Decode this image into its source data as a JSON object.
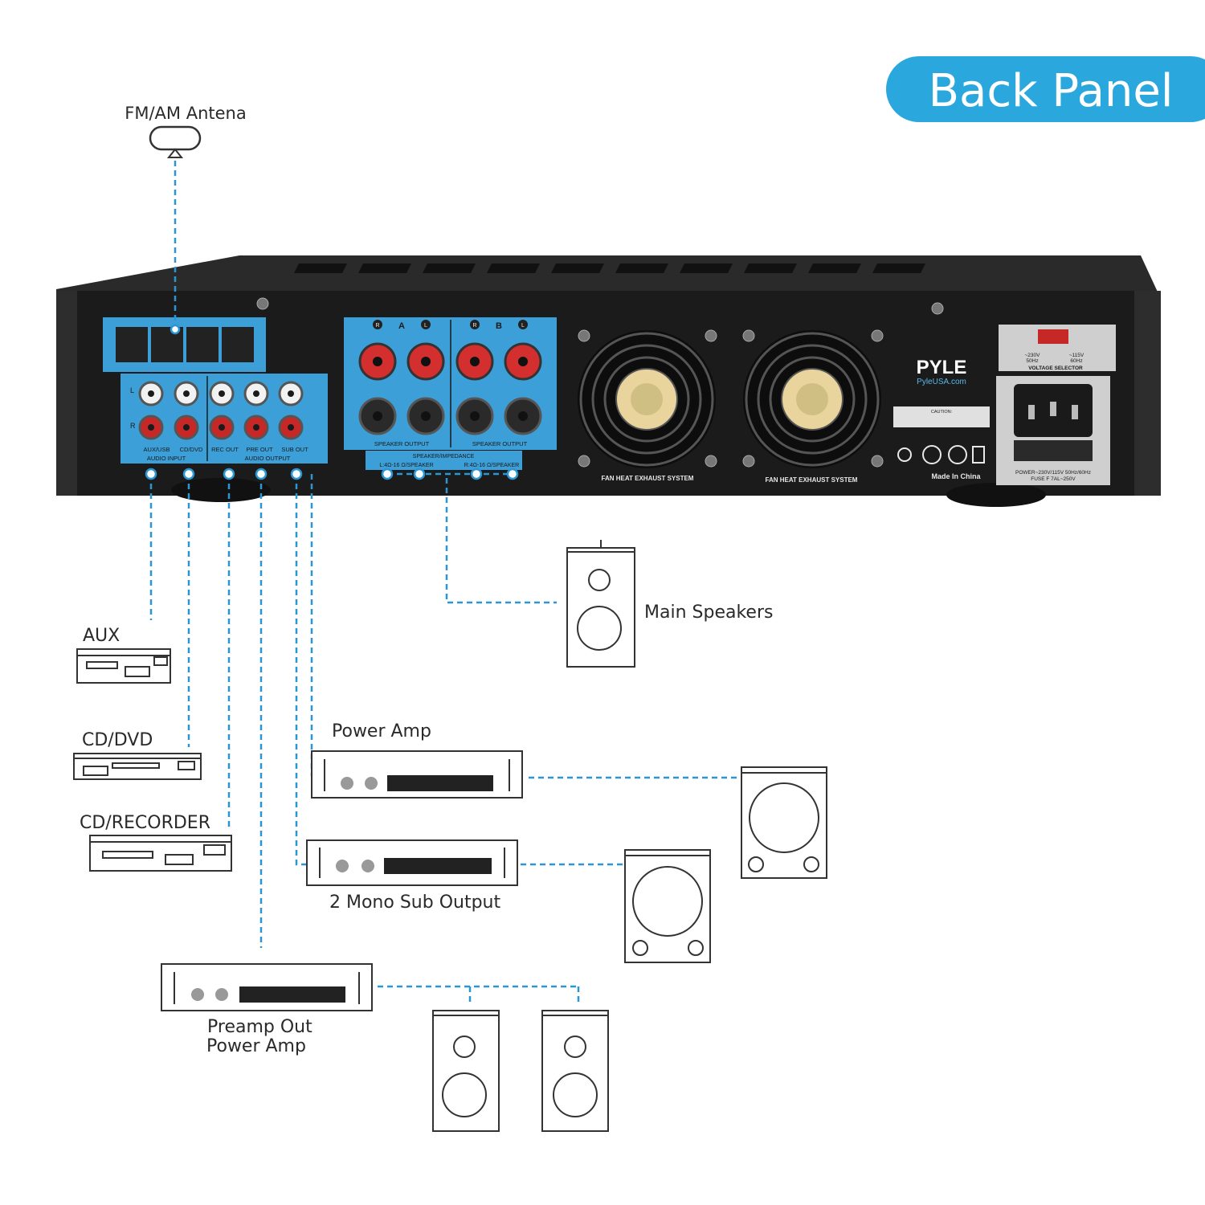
{
  "header": {
    "badge_text": "Back Panel",
    "badge_color": "#2aa8dd"
  },
  "labels": {
    "antenna": "FM/AM Antena",
    "main_speakers": "Main Speakers",
    "aux": "AUX",
    "cd_dvd": "CD/DVD",
    "cd_recorder": "CD/RECORDER",
    "power_amp": "Power Amp",
    "mono_sub": "2 Mono Sub Output",
    "preamp_line1": "Preamp Out",
    "preamp_line2": "Power Amp"
  },
  "panel": {
    "brand": "PYLE",
    "website": "PyleUSA.com",
    "made_in": "Made In China",
    "audio_input": "AUDIO INPUT",
    "audio_output": "AUDIO OUTPUT",
    "aux_usb": "AUX/USB",
    "cd_dvd": "CD/DVD",
    "rec_out": "REC OUT",
    "pre_out": "PRE OUT",
    "sub_out": "SUB OUT",
    "speaker_output": "SPEAKER OUTPUT",
    "speaker_impedance": "SPEAKER/IMPEDANCE",
    "impedance_left": "L:4Ω-16 Ω/SPEAKER",
    "impedance_right": "R:4Ω-16 Ω/SPEAKER",
    "fan_label": "FAN HEAT EXHAUST SYSTEM",
    "caution": "CAUTION:",
    "voltage_selector": "VOLTAGE SELECTOR",
    "v230": "~230V",
    "v230_hz": "50Hz",
    "v115": "~115V",
    "v115_hz": "60Hz",
    "power_line1": "POWER~230V/115V 50Hz/60Hz",
    "power_line2": "FUSE F 7AL~250V",
    "ch_r": "R",
    "ch_a": "A",
    "ch_b": "B",
    "ch_l": "L",
    "row_l": "L",
    "row_r": "R"
  },
  "colors": {
    "wire": "#2b96d4",
    "panel_blue": "#3d9fd8",
    "chassis": "#1b1b1b"
  }
}
